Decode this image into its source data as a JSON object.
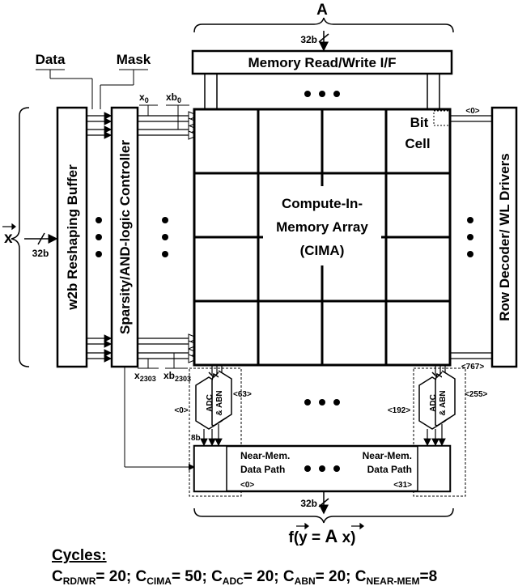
{
  "matrix_label": "A",
  "top_bus_width": "32b",
  "memory_if_label": "Memory Read/Write I/F",
  "input_labels": {
    "data": "Data",
    "mask": "Mask"
  },
  "input_vector": {
    "name": "x",
    "width": "32b"
  },
  "reshape_buffer_label": "w2b Reshaping Buffer",
  "sparsity_controller_label": "Sparsity/AND-logic Controller",
  "top_signals": {
    "x": "x",
    "x_sub": "0",
    "xb": "xb",
    "xb_sub": "0"
  },
  "bottom_signals": {
    "x": "x",
    "x_sub": "2303",
    "xb": "xb",
    "xb_sub": "2303"
  },
  "bit_cell_label": [
    "Bit",
    "Cell"
  ],
  "cima_label": [
    "Compute-In-",
    "Memory Array",
    "(CIMA)"
  ],
  "row_decoder_label": "Row Decoder/ WL Drivers",
  "row_indices": {
    "first": "<0>",
    "last": "<767>"
  },
  "adc_left": {
    "label_1": "ADC",
    "label_2": "& ABN",
    "idx_front": "<0>",
    "idx_back": "<63>"
  },
  "adc_right": {
    "label_1": "ADC",
    "label_2": "& ABN",
    "idx_front": "<192>",
    "idx_back": "<255>"
  },
  "adc_bus_width": "8b",
  "nmdp_left": {
    "label_1": "Near-Mem.",
    "label_2": "Data Path",
    "idx": "<0>"
  },
  "nmdp_right": {
    "label_1": "Near-Mem.",
    "label_2": "Data Path",
    "idx": "<31>"
  },
  "bottom_bus_width": "32b",
  "output_expr": {
    "f": "f(",
    "y": "y",
    "eq": " = ",
    "A": "A",
    "x": "x",
    "close": ")"
  },
  "cycles": {
    "title": "Cycles:",
    "items": [
      {
        "base": "C",
        "sub": "RD/WR",
        "value": "= 20;"
      },
      {
        "base": "C",
        "sub": "CIMA",
        "value": "= 50;"
      },
      {
        "base": "C",
        "sub": "ADC",
        "value": "= 20;"
      },
      {
        "base": "C",
        "sub": "ABN",
        "value": "= 20;"
      },
      {
        "base": "C",
        "sub": "NEAR-MEM",
        "value": "=8"
      }
    ]
  }
}
